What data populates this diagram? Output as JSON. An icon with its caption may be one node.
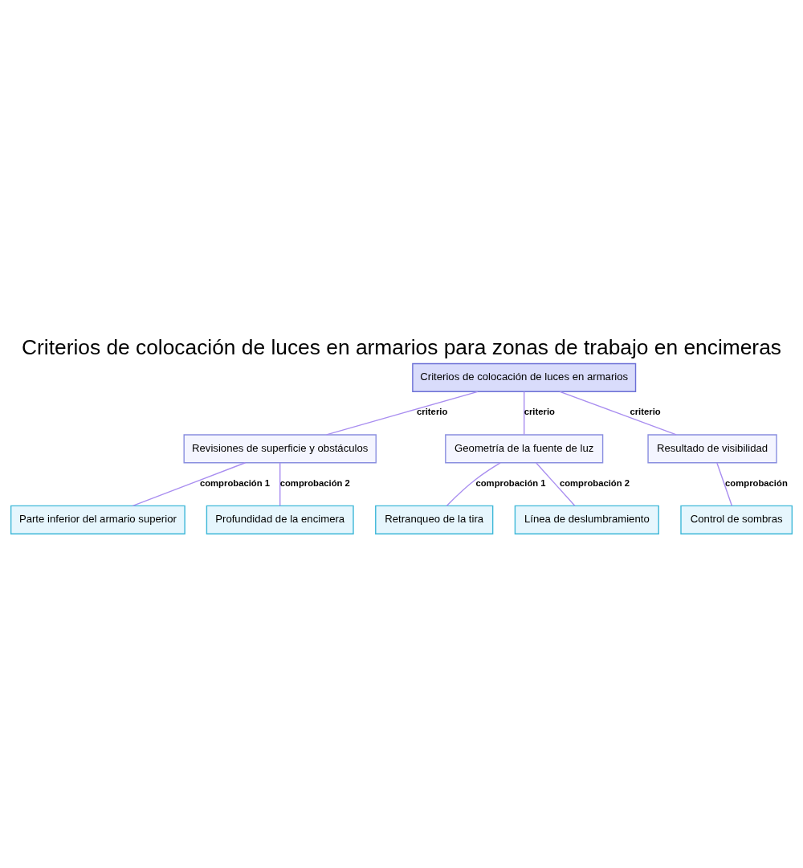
{
  "diagram": {
    "title": "Criterios de colocación de luces en armarios para zonas de trabajo en encimeras",
    "nodes": [
      {
        "text": [
          "Criterios de colocación de luces en armarios"
        ]
      },
      {
        "text": [
          "Revisiones de superficie y obstáculos"
        ]
      },
      {
        "text": [
          "Geometría de la fuente de luz"
        ]
      },
      {
        "text": [
          "Resultado de visibilidad"
        ]
      },
      {
        "text": [
          "Parte inferior del armario superior"
        ]
      },
      {
        "text": [
          "Profundidad de la encimera"
        ]
      },
      {
        "text": [
          "Retranqueo de la tira"
        ]
      },
      {
        "text": [
          "Línea de deslumbramiento"
        ]
      },
      {
        "text": [
          "Control de sombras"
        ]
      }
    ],
    "edges": [
      {
        "from": 0,
        "to": 1,
        "arrow": "none",
        "label": "criterio"
      },
      {
        "from": 0,
        "to": 2,
        "arrow": "none",
        "label": "criterio"
      },
      {
        "from": 0,
        "to": 3,
        "arrow": "none",
        "label": "criterio"
      },
      {
        "from": 1,
        "to": 4,
        "arrow": "none",
        "label": "comprobación 1"
      },
      {
        "from": 1,
        "to": 5,
        "arrow": "none",
        "label": "comprobación 2"
      },
      {
        "from": 2,
        "to": 6,
        "arrow": "none",
        "label": "comprobación 1"
      },
      {
        "from": 2,
        "to": 7,
        "arrow": "none",
        "label": "comprobación 2"
      },
      {
        "from": 3,
        "to": 8,
        "arrow": "none",
        "label": "comprobación"
      }
    ]
  }
}
